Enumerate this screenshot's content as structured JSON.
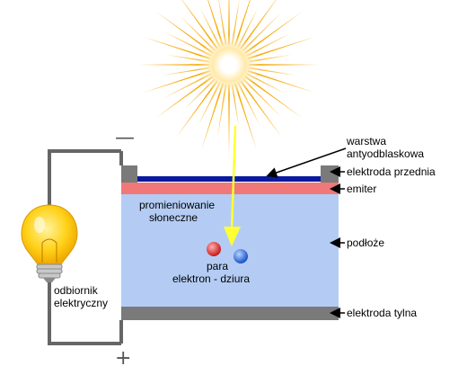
{
  "colors": {
    "sun_ray": "#f5a800",
    "sun_core": "#ffffff",
    "light_arrow": "#ffff33",
    "anti_reflective_layer": "#0a1aa0",
    "emitter": "#f07878",
    "substrate": "#b4ccf4",
    "electrode": "#7a7a7a",
    "wire": "#666666",
    "electron": "#e03030",
    "hole": "#2f6fe0",
    "bulb_glass": "#ffd21a",
    "bulb_base": "#c8c8c8"
  },
  "icons": {
    "sun": "sun-icon",
    "bulb": "light-bulb-icon",
    "electron": "electron-particle",
    "hole": "hole-particle"
  },
  "terminals": {
    "negative": "—",
    "positive": "+"
  },
  "labels": {
    "anti_reflective_line1": "warstwa",
    "anti_reflective_line2": "antyodblaskowa",
    "front_electrode": "elektroda przednia",
    "emitter": "emiter",
    "substrate": "podłoże",
    "back_electrode": "elektroda tylna",
    "radiation_line1": "promieniowanie",
    "radiation_line2": "słoneczne",
    "pair_line1": "para",
    "pair_line2": "elektron - dziura",
    "load_line1": "odbiornik",
    "load_line2": "elektryczny"
  }
}
